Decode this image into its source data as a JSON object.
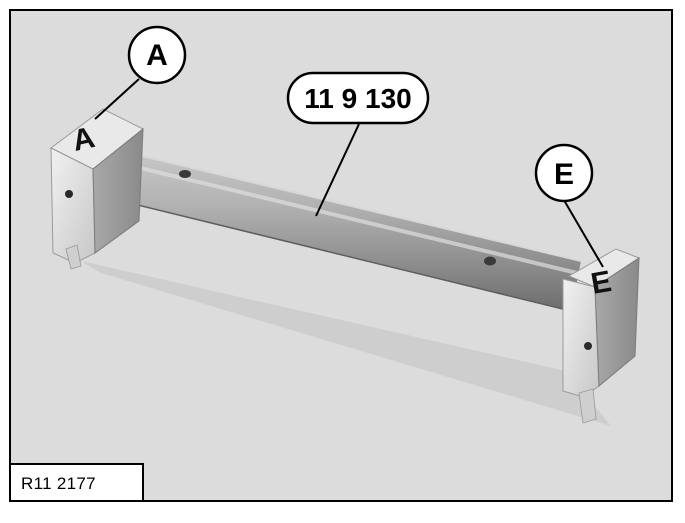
{
  "callouts": {
    "a_label": "A",
    "e_label": "E",
    "part_number": "11 9 130"
  },
  "engravings": {
    "left_block": "A",
    "right_block": "E"
  },
  "figure": {
    "reference": "R11 2177"
  }
}
